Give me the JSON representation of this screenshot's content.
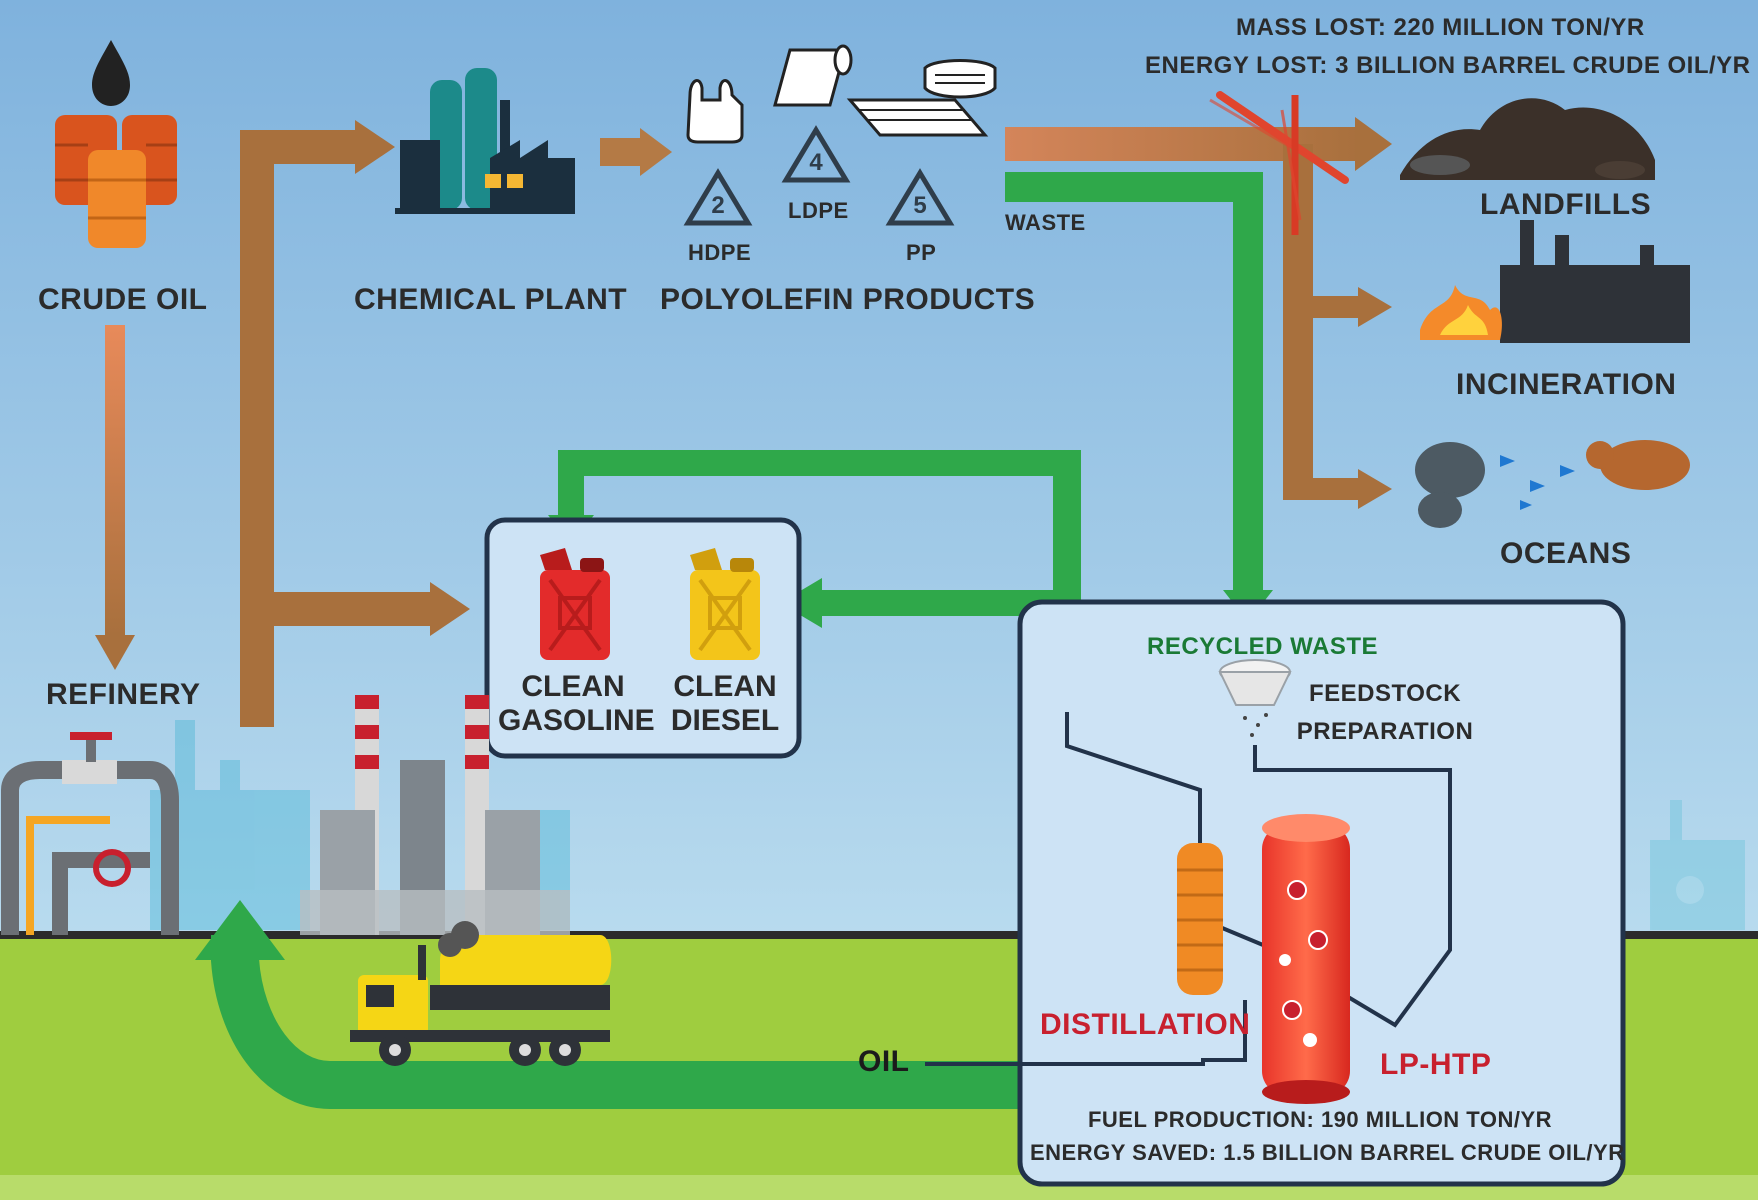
{
  "header": {
    "mass_lost": "MASS LOST: 220 MILLION TON/YR",
    "energy_lost": "ENERGY LOST: 3 BILLION BARREL CRUDE OIL/YR"
  },
  "nodes": {
    "crude_oil": "CRUDE OIL",
    "chemical_plant": "CHEMICAL PLANT",
    "polyolefin_products": "POLYOLEFIN PRODUCTS",
    "refinery": "REFINERY",
    "waste": "WASTE",
    "landfills": "LANDFILLS",
    "incineration": "INCINERATION",
    "oceans": "OCEANS",
    "recycled_waste": "RECYCLED WASTE",
    "feedstock_line1": "FEEDSTOCK",
    "feedstock_line2": "PREPARATION",
    "distillation": "DISTILLATION",
    "lp_htp": "LP-HTP",
    "oil": "OIL"
  },
  "products": [
    {
      "number": "2",
      "code": "HDPE"
    },
    {
      "number": "4",
      "code": "LDPE"
    },
    {
      "number": "5",
      "code": "PP"
    }
  ],
  "fuels": {
    "gasoline_line1": "CLEAN",
    "gasoline_line2": "GASOLINE",
    "diesel_line1": "CLEAN",
    "diesel_line2": "DIESEL"
  },
  "footer": {
    "fuel_production": "FUEL PRODUCTION: 190 MILLION TON/YR",
    "energy_saved": "ENERGY SAVED: 1.5 BILLION BARREL CRUDE OIL/YR"
  },
  "colors": {
    "sky_top": "#7fb2dd",
    "sky_bottom": "#c5e3f2",
    "ground": "#9fcd3f",
    "brown_arrow": "#a8703d",
    "green_arrow": "#2fa84a",
    "box_fill": "#cde3f5",
    "box_stroke": "#22334a",
    "accent_red": "#c8202e"
  }
}
